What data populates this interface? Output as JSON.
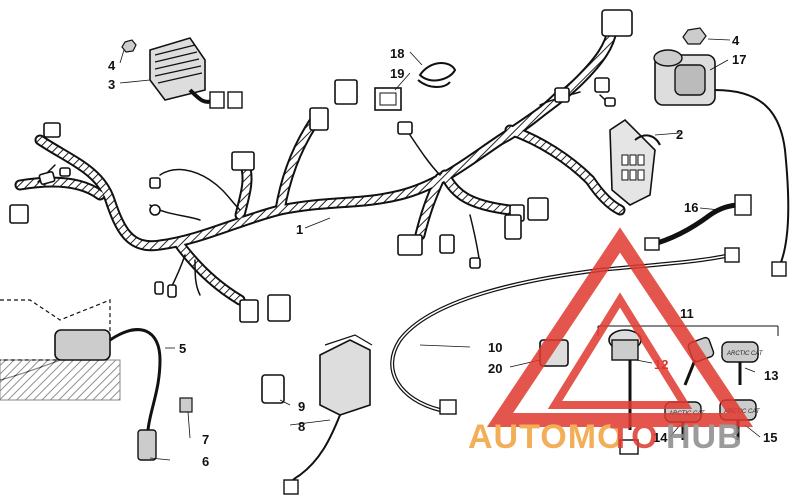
{
  "callouts": {
    "c1": "1",
    "c2": "2",
    "c3": "3",
    "c4a": "4",
    "c4b": "4",
    "c5": "5",
    "c6": "6",
    "c7": "7",
    "c8": "8",
    "c9": "9",
    "c10": "10",
    "c11": "11",
    "c12": "12",
    "c13": "13",
    "c14": "14",
    "c15": "15",
    "c16": "16",
    "c17": "17",
    "c18": "18",
    "c19": "19",
    "c20": "20"
  },
  "watermark": {
    "auto": "AUTOMO",
    "to": "TO",
    "hub": "HUB",
    "colors": {
      "orange": "#f2a23a",
      "red": "#e0392f",
      "gray": "#8a8a8a"
    }
  },
  "key_brand": "ARCTIC CAT"
}
